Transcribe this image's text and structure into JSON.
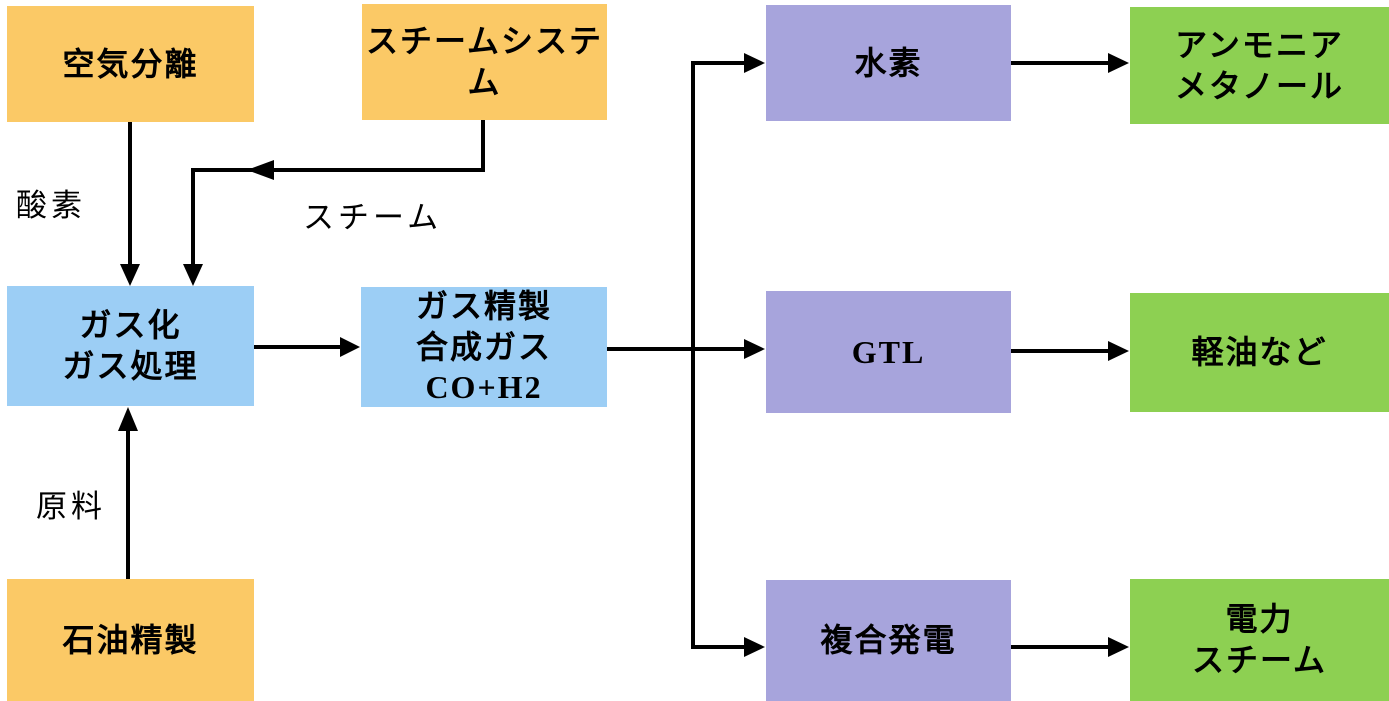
{
  "palette": {
    "orange": "#FBC966",
    "blue": "#9CCEF5",
    "purple": "#A7A4DC",
    "green": "#8DD052",
    "line": "#000000",
    "text": "#000000",
    "background": "#FFFFFF"
  },
  "nodes": {
    "air_separation": {
      "lines": [
        "空気分離"
      ]
    },
    "steam_system": {
      "lines": [
        "スチームシステム"
      ]
    },
    "gasification": {
      "lines": [
        "ガス化",
        "ガス処理"
      ]
    },
    "oil_refining": {
      "lines": [
        "石油精製"
      ]
    },
    "gas_purification": {
      "lines": [
        "ガス精製",
        "合成ガス",
        "CO+H2"
      ]
    },
    "hydrogen": {
      "lines": [
        "水素"
      ]
    },
    "gtl": {
      "lines": [
        "GTL"
      ]
    },
    "combined_power": {
      "lines": [
        "複合発電"
      ]
    },
    "ammonia_methanol": {
      "lines": [
        "アンモニア",
        "メタノール"
      ]
    },
    "light_oil": {
      "lines": [
        "軽油など"
      ]
    },
    "electricity_steam": {
      "lines": [
        "電力",
        "スチーム"
      ]
    }
  },
  "edge_labels": {
    "oxygen": "酸素",
    "steam": "スチーム",
    "feedstock": "原料"
  }
}
